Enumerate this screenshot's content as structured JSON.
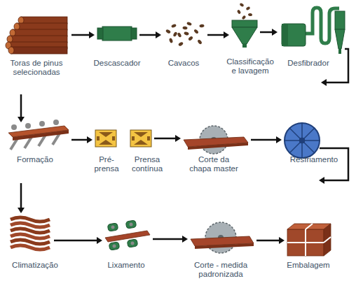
{
  "diagram": {
    "nodes": [
      {
        "text": [
          "Toras de pinus selecionadas"
        ]
      },
      {
        "text": [
          "Descascador"
        ]
      },
      {
        "text": [
          "Cavacos"
        ]
      },
      {
        "text": [
          "Classificação e lavagem"
        ]
      },
      {
        "text": [
          "Desfibrador"
        ]
      },
      {
        "text": [
          "Formação"
        ]
      },
      {
        "text": [
          "Pré- prensa"
        ]
      },
      {
        "text": [
          "Prensa contínua"
        ]
      },
      {
        "text": [
          "Corte da chapa master"
        ]
      },
      {
        "text": [
          "Resfriamento"
        ]
      },
      {
        "text": [
          "Climatização"
        ]
      },
      {
        "text": [
          "Lixamento"
        ]
      },
      {
        "text": [
          "Corte - medida padronizada"
        ]
      },
      {
        "text": [
          "Embalagem"
        ]
      }
    ],
    "edges": [
      {
        "from": 0,
        "to": 1,
        "arrow": "to"
      },
      {
        "from": 1,
        "to": 2,
        "arrow": "to"
      },
      {
        "from": 2,
        "to": 3,
        "arrow": "to"
      },
      {
        "from": 3,
        "to": 4,
        "arrow": "to"
      },
      {
        "from": 4,
        "to": 5,
        "arrow": "to"
      },
      {
        "from": 5,
        "to": 6,
        "arrow": "to"
      },
      {
        "from": 7,
        "to": 8,
        "arrow": "to"
      },
      {
        "from": 8,
        "to": 9,
        "arrow": "to"
      },
      {
        "from": 9,
        "to": 10,
        "arrow": "to"
      },
      {
        "from": 10,
        "to": 11,
        "arrow": "to"
      },
      {
        "from": 11,
        "to": 12,
        "arrow": "to"
      },
      {
        "from": 12,
        "to": 13,
        "arrow": "to"
      }
    ]
  }
}
